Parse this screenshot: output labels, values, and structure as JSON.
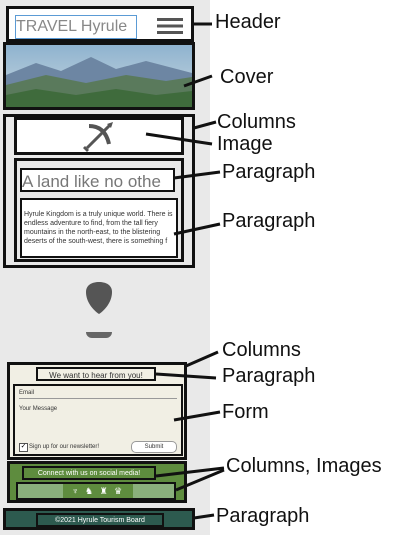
{
  "mockup": {
    "header_title": "TRAVEL Hyrule",
    "paragraph_heading": "A land like no othe",
    "paragraph_body": "Hyrule Kingdom is a truly unique world. There is endless adventure to find, from the tall fiery mountains in the north-east, to the blistering deserts of the south-west, there is something f",
    "form_heading": "We want to hear from you!",
    "email_label": "Email",
    "message_label": "Your Message",
    "newsletter_label": "Sign up for our newsletter!",
    "submit_label": "Submit",
    "social_heading": "Connect with us on social media!",
    "footer_text": "©2021 Hyrule Tourism Board"
  },
  "annotations": {
    "header": "Header",
    "cover": "Cover",
    "columns_line1": "Columns",
    "columns_line2": "Image",
    "paragraph1": "Paragraph",
    "paragraph2": "Paragraph",
    "columns2": "Columns",
    "paragraph3": "Paragraph",
    "form": "Form",
    "columns_images": "Columns, Images",
    "paragraph4": "Paragraph"
  },
  "colors": {
    "brand_green": "#5e8c3e",
    "footer_teal": "#2d5a4f",
    "form_bg": "#f1efe4"
  },
  "icons": [
    "menu-icon",
    "bow-arrow-icon",
    "shield-icon",
    "social-icons"
  ]
}
